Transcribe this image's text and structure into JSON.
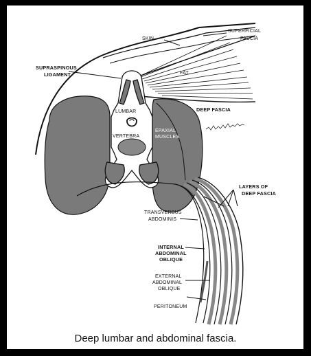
{
  "figure": {
    "caption": "Deep lumbar and abdominal fascia.",
    "labels": {
      "skin": "SKIN",
      "superficial_fascia_1": "SUPERFICIAL",
      "superficial_fascia_2": "FASCIA",
      "supraspinous_1": "SUPRASPINOUS",
      "supraspinous_2": "LIGAMENT",
      "fat": "FAT",
      "lumbar": "LUMBAR",
      "vertebra": "VERTEBRA",
      "deep_fascia": "DEEP FASCIA",
      "epaxial_1": "EPAXIAL",
      "epaxial_2": "MUSCLES",
      "layers_1": "LAYERS  OF",
      "layers_2": "DEEP  FASCIA",
      "transversus_1": "TRANSVERSUS",
      "transversus_2": "ABDOMINIS",
      "internal_1": "INTERNAL",
      "internal_2": "ABDOMINAL",
      "internal_3": "OBLIQUE",
      "external_1": "EXTERNAL",
      "external_2": "ABDOMINAL",
      "external_3": "OBLIQUE",
      "peritoneum": "PERITONEUM"
    }
  }
}
